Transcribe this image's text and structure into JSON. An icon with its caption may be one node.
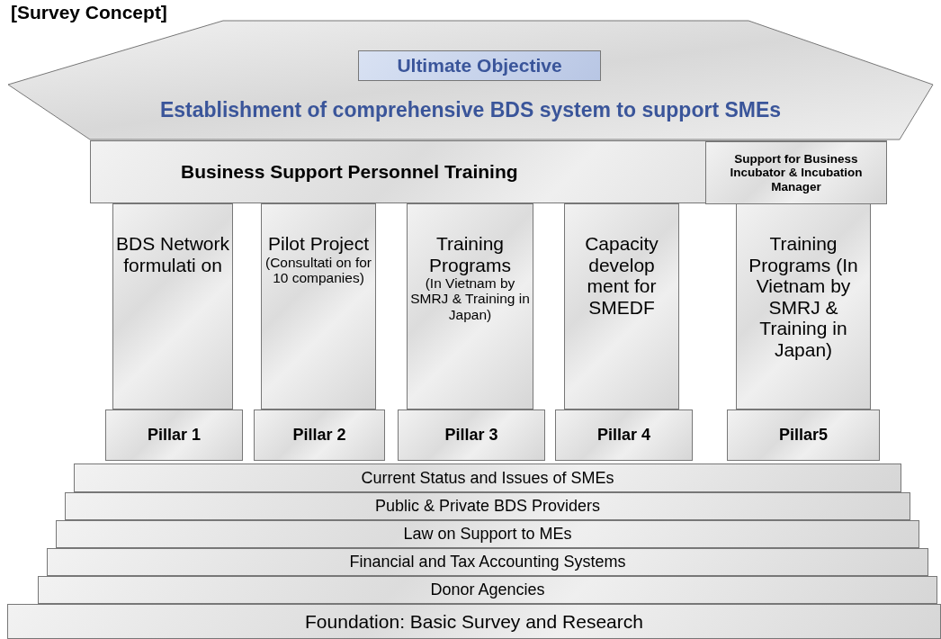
{
  "diagram": {
    "title": "[Survey Concept]",
    "nodes": [
      {
        "text": [
          "Establishment of comprehensive BDS system to support SMEs"
        ]
      },
      {
        "text": [
          "Ultimate Objective"
        ],
        "in": 0
      },
      {
        "text": [
          "Business Support Personnel Training"
        ]
      },
      {
        "text": [
          "Support for Business Incubator & Incubation Manager"
        ],
        "in": 2
      },
      {
        "text": [
          "BDS Network formulati on"
        ]
      },
      {
        "text": [
          "Pilot Project",
          "(Consultati on for 10 companies)"
        ]
      },
      {
        "text": [
          "Training Programs",
          "(In Vietnam by SMRJ & Training in Japan)"
        ]
      },
      {
        "text": [
          "Capacity develop ment for SMEDF"
        ]
      },
      {
        "text": [
          "Training Programs (In Vietnam by SMRJ & Training in Japan)"
        ]
      },
      {
        "text": [
          "Pillar 1"
        ]
      },
      {
        "text": [
          "Pillar 2"
        ]
      },
      {
        "text": [
          "Pillar 3"
        ]
      },
      {
        "text": [
          "Pillar 4"
        ]
      },
      {
        "text": [
          "Pillar5"
        ]
      },
      {
        "text": [
          "Current Status and Issues of SMEs"
        ]
      },
      {
        "text": [
          "Public & Private BDS Providers"
        ]
      },
      {
        "text": [
          "Law on Support to MEs"
        ]
      },
      {
        "text": [
          "Financial and Tax Accounting Systems"
        ]
      },
      {
        "text": [
          "Donor Agencies"
        ]
      },
      {
        "text": [
          "Foundation: Basic Survey and Research"
        ]
      }
    ],
    "edges": []
  }
}
